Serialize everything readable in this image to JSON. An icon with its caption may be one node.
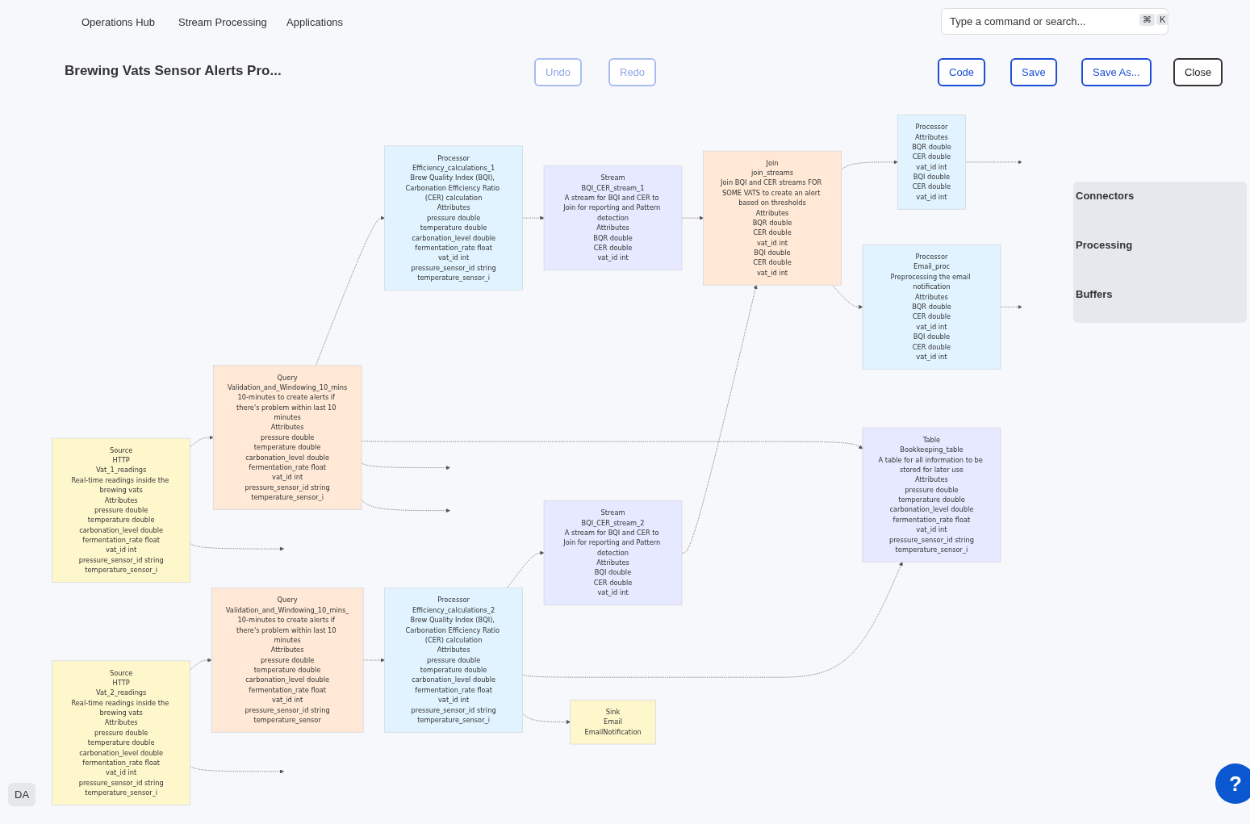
{
  "diagram": {
    "title": "Brewing Vats Sensor Alerts Pro...",
    "nodes": [
      {
        "text": [
          "Source",
          "HTTP",
          "Vat_1_readings",
          "Real-time readings inside the brewing vats",
          "Attributes",
          "pressure",
          "double",
          "temperature",
          "double",
          "carbonation_level",
          "double",
          "fermentation_rate",
          "float",
          "vat_id",
          "int",
          "pressure_sensor_id",
          "string",
          "temperature_sensor_i"
        ]
      },
      {
        "text": [
          "Query",
          "Validation_and_Windowing_10_mins",
          "10-minutes to create alerts if there's problem within last 10 minutes",
          "Attributes",
          "pressure",
          "double",
          "temperature",
          "double",
          "carbonation_level",
          "double",
          "fermentation_rate",
          "float",
          "vat_id",
          "int",
          "pressure_sensor_id",
          "string",
          "temperature_sensor_i"
        ]
      },
      {
        "text": [
          "Processor",
          "Efficiency_calculations_1",
          "Brew Quality Index (BQI), Carbonation Efficiency Ratio (CER) calculation",
          "Attributes",
          "pressure",
          "double",
          "temperature",
          "double",
          "carbonation_level",
          "double",
          "fermentation_rate",
          "float",
          "vat_id",
          "int",
          "pressure_sensor_id",
          "string",
          "temperature_sensor_i"
        ]
      },
      {
        "text": [
          "Stream",
          "BQI_CER_stream_1",
          "A stream for BQI and CER to Join for reporting and Pattern detection",
          "Attributes",
          "BQR",
          "double",
          "CER",
          "double",
          "vat_id",
          "int"
        ]
      },
      {
        "text": [
          "Join",
          "join_streams",
          "Join BQI and CER streams FOR SOME VATS to create an alert based on thresholds",
          "Attributes",
          "BQR",
          "double",
          "CER",
          "double",
          "vat_id",
          "int",
          "BQI",
          "double",
          "CER",
          "double",
          "vat_id",
          "int"
        ]
      },
      {
        "text": [
          "Sink",
          "Email",
          "EmailNotification"
        ]
      },
      {
        "text": [
          "Processor",
          "Attributes",
          "BQR",
          "double",
          "CER",
          "double",
          "vat_id",
          "int",
          "BQI",
          "double",
          "CER",
          "double",
          "vat_id",
          "int"
        ]
      },
      {
        "text": [
          "Source",
          "HTTP",
          "Vat_2_readings",
          "Real-time readings inside the brewing vats",
          "Attributes",
          "pressure",
          "double",
          "temperature",
          "double",
          "carbonation_level",
          "double",
          "fermentation_rate",
          "float",
          "vat_id",
          "int",
          "pressure_sensor_id",
          "string",
          "temperature_sensor_i"
        ]
      },
      {
        "text": [
          "Query",
          "Validation_and_Windowing_10_mins_",
          "10-minutes to create alerts if there's problem within last 10 minutes",
          "Attributes",
          "pressure",
          "double",
          "temperature",
          "double",
          "carbonation_level",
          "double",
          "fermentation_rate",
          "float",
          "vat_id",
          "int",
          "pressure_sensor_id",
          "string",
          "temperature_sensor"
        ]
      },
      {
        "text": [
          "Processor",
          "Efficiency_calculations_2",
          "Brew Quality Index (BQI), Carbonation Efficiency Ratio (CER) calculation",
          "Attributes",
          "pressure",
          "double",
          "temperature",
          "double",
          "carbonation_level",
          "double",
          "fermentation_rate",
          "float",
          "vat_id",
          "int",
          "pressure_sensor_id",
          "string",
          "temperature_sensor_i"
        ]
      },
      {
        "text": [
          "Stream",
          "BQI_CER_stream_2",
          "A stream for BQI and CER to Join for reporting and Pattern detection",
          "Attributes",
          "BQI",
          "double",
          "CER",
          "double",
          "vat_id",
          "int"
        ]
      },
      {
        "text": [
          "Table",
          "Bookkeeping_table",
          "A table for all information to be stored for later use",
          "Attributes",
          "pressure",
          "double",
          "temperature",
          "double",
          "carbonation_level",
          "double",
          "fermentation_rate",
          "float",
          "vat_id",
          "int",
          "pressure_sensor_id",
          "string",
          "temperature_sensor_i"
        ]
      },
      {
        "text": [
          "Processor",
          "Email_proc",
          "Preprocessing the email notification",
          "Attributes",
          "BQR",
          "double",
          "CER",
          "double",
          "vat_id",
          "int",
          "BQI",
          "double",
          "CER",
          "double",
          "vat_id",
          "int"
        ]
      }
    ],
    "edges": [
      {
        "from": 0,
        "to": 1,
        "arrow": "to",
        "style": "dashed"
      },
      {
        "from": 0,
        "to": null,
        "arrow": "to",
        "style": "dashed"
      },
      {
        "from": 1,
        "to": 2,
        "arrow": "to",
        "style": "dashed"
      },
      {
        "from": 1,
        "to": 11,
        "arrow": "to",
        "style": "dashed"
      },
      {
        "from": 1,
        "to": null,
        "arrow": "to",
        "style": "dashed"
      },
      {
        "from": 1,
        "to": null,
        "arrow": "to",
        "style": "dashed"
      },
      {
        "from": 2,
        "to": 3,
        "arrow": "to",
        "style": "dashed"
      },
      {
        "from": 3,
        "to": 4,
        "arrow": "to",
        "style": "dashed"
      },
      {
        "from": 4,
        "to": 6,
        "arrow": "to",
        "style": "dashed"
      },
      {
        "from": 4,
        "to": 12,
        "arrow": "to",
        "style": "dashed"
      },
      {
        "from": 6,
        "to": null,
        "arrow": "to",
        "style": "dashed"
      },
      {
        "from": 7,
        "to": 8,
        "arrow": "to",
        "style": "dashed"
      },
      {
        "from": 7,
        "to": null,
        "arrow": "to",
        "style": "dashed"
      },
      {
        "from": 8,
        "to": 9,
        "arrow": "to",
        "style": "dashed"
      },
      {
        "from": 9,
        "to": 10,
        "arrow": "to",
        "style": "dashed"
      },
      {
        "from": 9,
        "to": 11,
        "arrow": "to",
        "style": "dashed"
      },
      {
        "from": 9,
        "to": 5,
        "arrow": "to",
        "style": "dashed"
      },
      {
        "from": 10,
        "to": 4,
        "arrow": "to",
        "style": "dashed"
      },
      {
        "from": 12,
        "to": null,
        "arrow": "to",
        "style": "dashed"
      }
    ],
    "labels": [
      "Operations Hub",
      "Stream Processing",
      "Applications",
      "Type a command or search...",
      "⌘",
      "K",
      "Undo",
      "Redo",
      "Code",
      "Save",
      "Save As...",
      "Close",
      "Connectors",
      "Processing",
      "Buffers",
      "DA",
      "?"
    ]
  }
}
